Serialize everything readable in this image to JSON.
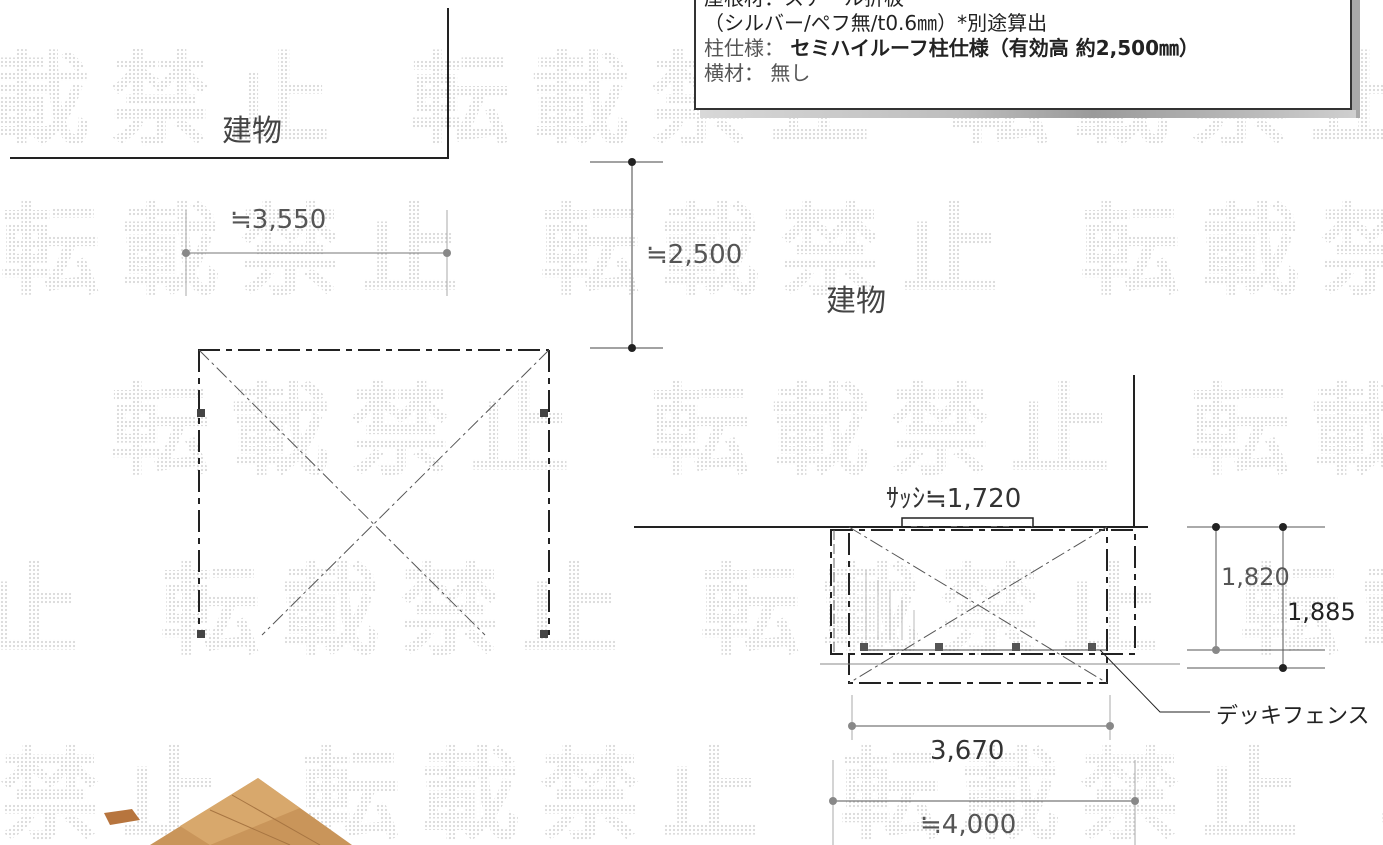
{
  "spec_note": {
    "line1": "屋根材：スチール折板",
    "line2": "（シルバー/ペフ無/t0.6㎜）*別途算出",
    "line3_label": "柱仕様： ",
    "line3_value": "セミハイルーフ柱仕様（有効高 約2,500㎜）",
    "line4_label": "横材： ",
    "line4_value": "無し"
  },
  "elevation_view": {
    "building_label": "建物",
    "width_dim": "≒3,550",
    "height_dim": "≒2,500"
  },
  "plan_view": {
    "building_label": "建物",
    "sash_dim": "ｻｯｼ≒1,720",
    "dim_1820": "1,820",
    "dim_1885": "1,885",
    "deck_fence_label": "デッキフェンス",
    "dim_3670": "3,670",
    "dim_4000": "≒4,000"
  },
  "watermark": {
    "glyphs": [
      "転",
      "載",
      "禁",
      "止"
    ],
    "color": "#d4d4d4"
  },
  "colors": {
    "line": "#222222",
    "dim_line": "#777777",
    "dot": "#333333",
    "deck": "#c9955a"
  }
}
